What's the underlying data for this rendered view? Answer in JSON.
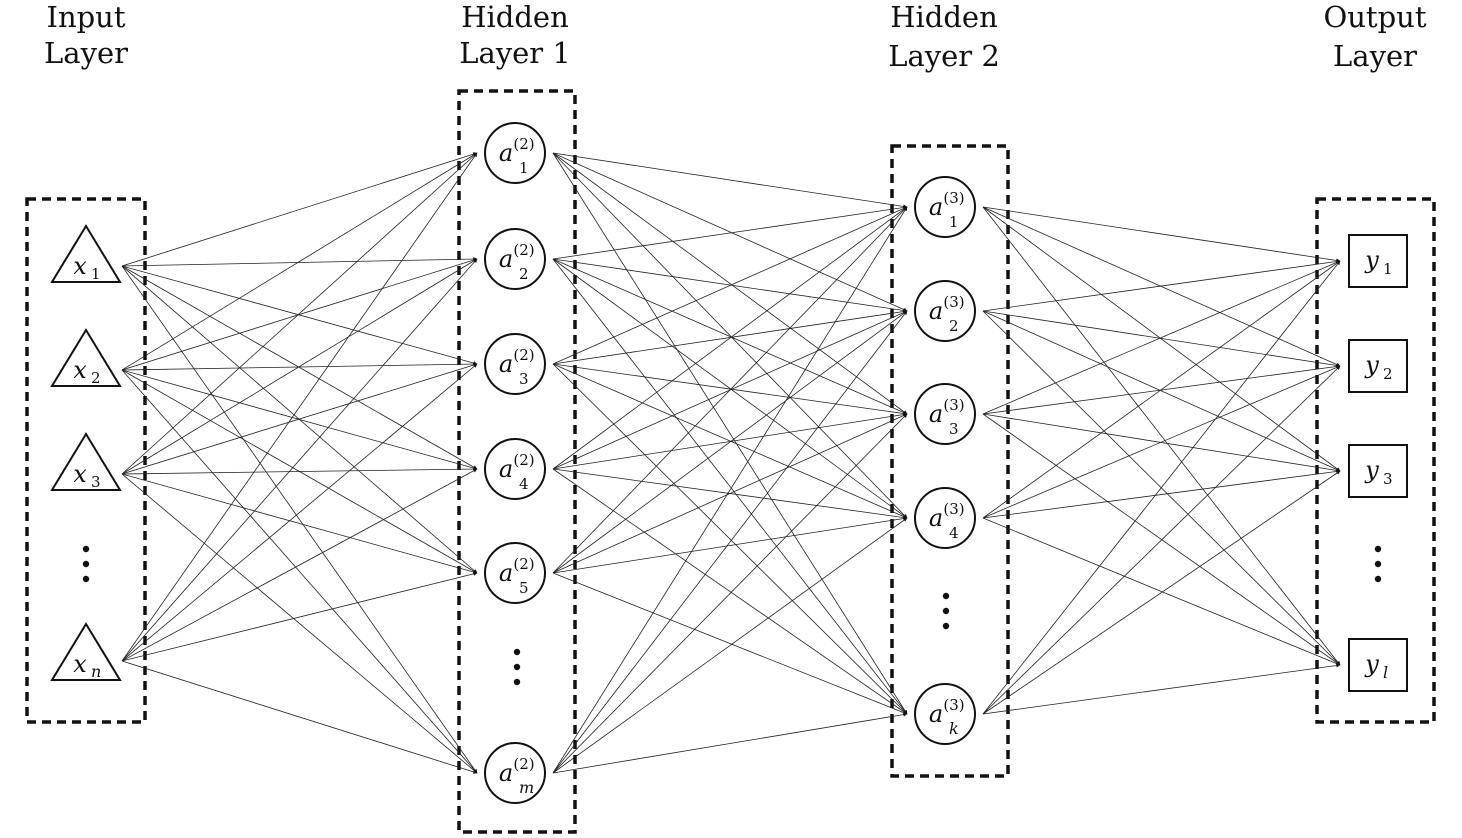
{
  "layers": {
    "input": {
      "title_line1": "Input",
      "title_line2": "Layer",
      "nodes": [
        {
          "base": "x",
          "sub": "1"
        },
        {
          "base": "x",
          "sub": "2"
        },
        {
          "base": "x",
          "sub": "3"
        },
        {
          "base": "x",
          "sub": "n"
        }
      ]
    },
    "hidden1": {
      "title_line1": "Hidden",
      "title_line2": "Layer 1",
      "nodes": [
        {
          "base": "a",
          "sup": "(2)",
          "sub": "1"
        },
        {
          "base": "a",
          "sup": "(2)",
          "sub": "2"
        },
        {
          "base": "a",
          "sup": "(2)",
          "sub": "3"
        },
        {
          "base": "a",
          "sup": "(2)",
          "sub": "4"
        },
        {
          "base": "a",
          "sup": "(2)",
          "sub": "5"
        },
        {
          "base": "a",
          "sup": "(2)",
          "sub": "m"
        }
      ]
    },
    "hidden2": {
      "title_line1": "Hidden",
      "title_line2": "Layer 2",
      "nodes": [
        {
          "base": "a",
          "sup": "(3)",
          "sub": "1"
        },
        {
          "base": "a",
          "sup": "(3)",
          "sub": "2"
        },
        {
          "base": "a",
          "sup": "(3)",
          "sub": "3"
        },
        {
          "base": "a",
          "sup": "(3)",
          "sub": "4"
        },
        {
          "base": "a",
          "sup": "(3)",
          "sub": "k"
        }
      ]
    },
    "output": {
      "title_line1": "Output",
      "title_line2": "Layer",
      "nodes": [
        {
          "base": "y",
          "sub": "1"
        },
        {
          "base": "y",
          "sub": "2"
        },
        {
          "base": "y",
          "sub": "3"
        },
        {
          "base": "y",
          "sub": "l"
        }
      ]
    }
  }
}
